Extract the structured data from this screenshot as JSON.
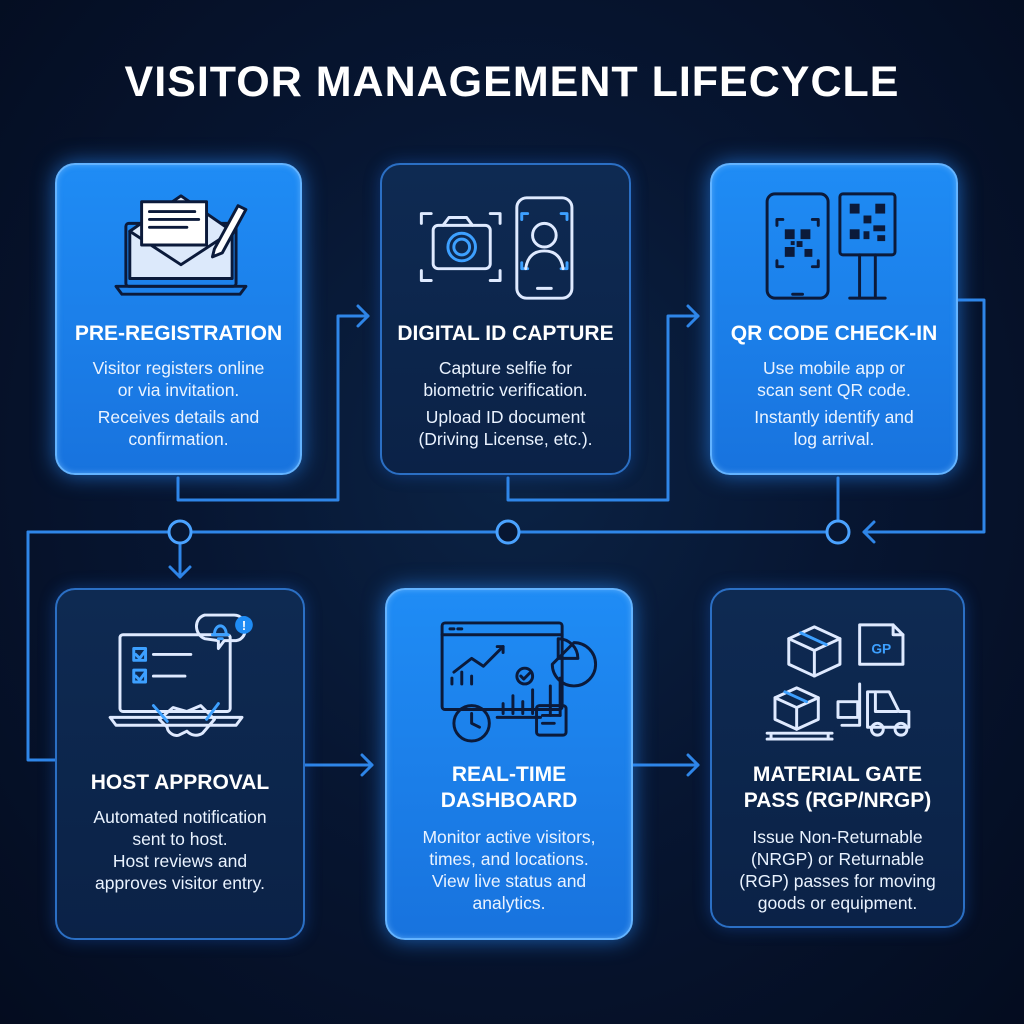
{
  "title": "VISITOR MANAGEMENT LIFECYCLE",
  "colors": {
    "accent": "#1f8cf5",
    "card_dark": "#0e2a52",
    "connector": "#2f86e8",
    "background": "#071632"
  },
  "steps": [
    {
      "title": "PRE-REGISTRATION",
      "desc": [
        "Visitor registers online",
        "or via invitation.",
        "Receives details and",
        "confirmation."
      ],
      "icon": "laptop-envelope-icon"
    },
    {
      "title": "DIGITAL ID CAPTURE",
      "desc": [
        "Capture selfie for",
        "biometric verification.",
        "Upload ID document",
        "(Driving License, etc.)."
      ],
      "icon": "camera-selfie-icon"
    },
    {
      "title": "QR CODE CHECK-IN",
      "desc": [
        "Use mobile app or",
        "scan sent QR code.",
        "Instantly identify and",
        "log arrival."
      ],
      "icon": "qr-phone-kiosk-icon"
    },
    {
      "title": "HOST APPROVAL",
      "desc": [
        "Automated notification",
        "sent to host.",
        "Host reviews and",
        "approves visitor entry."
      ],
      "icon": "handshake-bell-icon"
    },
    {
      "title_line1": "REAL-TIME",
      "title_line2": "DASHBOARD",
      "desc": [
        "Monitor active visitors,",
        "times, and locations.",
        "View live status and",
        "analytics."
      ],
      "icon": "dashboard-chart-icon"
    },
    {
      "title_line1": "MATERIAL GATE",
      "title_line2": "PASS (RGP/NRGP)",
      "desc": [
        "Issue Non-Returnable",
        "(NRGP) or Returnable",
        "(RGP) passes for moving",
        "goods or equipment."
      ],
      "icon": "forklift-boxes-icon",
      "icon_label": "GP"
    }
  ]
}
